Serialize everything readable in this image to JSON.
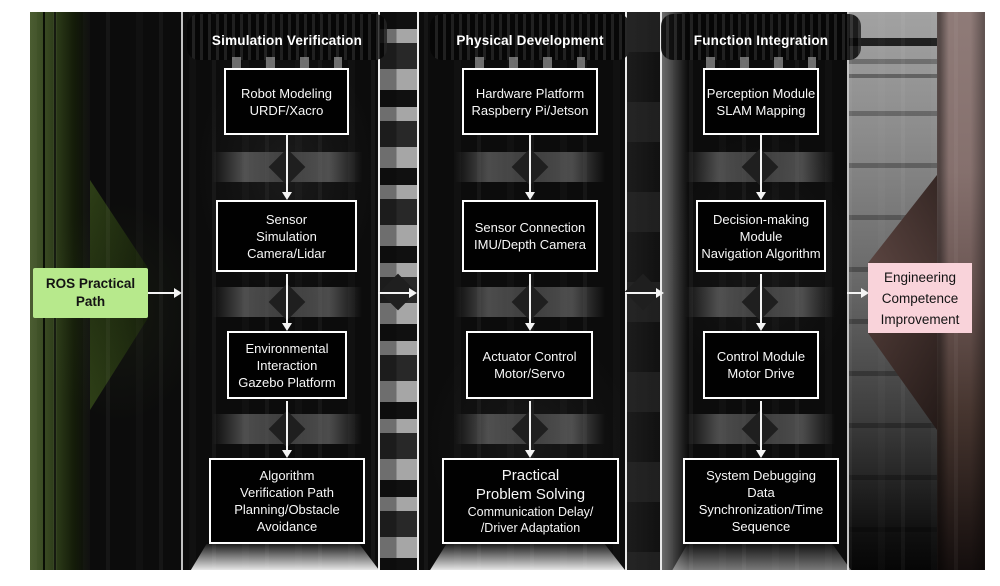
{
  "start_node": {
    "lines": [
      "ROS Practical",
      "Path"
    ],
    "fill": "#b7e98c"
  },
  "end_node": {
    "lines": [
      "Engineering",
      "Competence",
      "Improvement"
    ],
    "fill": "#f9d3da"
  },
  "columns": [
    {
      "title": "Simulation Verification",
      "boxes": [
        {
          "lines": [
            "Robot Modeling",
            "URDF/Xacro"
          ]
        },
        {
          "lines": [
            "Sensor",
            "Simulation",
            "Camera/Lidar"
          ]
        },
        {
          "lines": [
            "Environmental",
            "Interaction",
            "Gazebo Platform"
          ]
        },
        {
          "lines": [
            "Algorithm",
            "Verification Path",
            "Planning/Obstacle",
            "Avoidance"
          ]
        }
      ]
    },
    {
      "title": "Physical Development",
      "boxes": [
        {
          "lines": [
            "Hardware Platform",
            "Raspberry Pi/Jetson"
          ]
        },
        {
          "lines": [
            "Sensor Connection",
            "IMU/Depth Camera"
          ]
        },
        {
          "lines": [
            "Actuator Control",
            "Motor/Servo"
          ]
        },
        {
          "lines": [
            "Practical",
            "Problem Solving",
            "Communication Delay/",
            "/Driver Adaptation"
          ]
        }
      ]
    },
    {
      "title": "Function Integration",
      "boxes": [
        {
          "lines": [
            "Perception Module",
            "SLAM Mapping"
          ]
        },
        {
          "lines": [
            "Decision-making",
            "Module",
            "Navigation Algorithm"
          ]
        },
        {
          "lines": [
            "Control Module",
            "Motor Drive"
          ]
        },
        {
          "lines": [
            "System Debugging",
            "Data",
            "Synchronization/Time",
            "Sequence"
          ]
        }
      ]
    }
  ],
  "colors": {
    "box_fill": "#000000",
    "box_border": "#ffffff",
    "box_text": "#ffffff",
    "title_text": "#ffffff",
    "arrow": "#f4f4f4",
    "start_fill": "#b7e98c",
    "end_fill": "#f9d3da",
    "background": "#0c0c0c",
    "left_glow_green": "#475a2d",
    "right_glow_mauve": "#8f7b78"
  }
}
